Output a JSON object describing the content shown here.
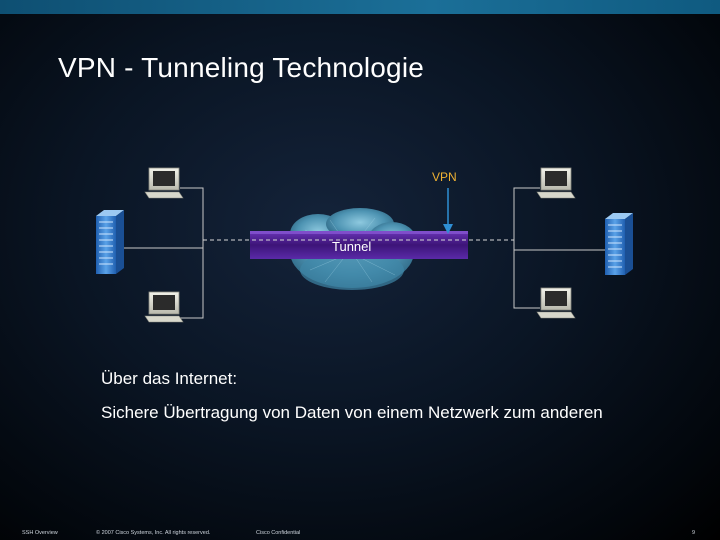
{
  "slide": {
    "title": "VPN - Tunneling Technologie"
  },
  "diagram": {
    "vpn_label": "VPN",
    "tunnel_label": "Tunnel",
    "colors": {
      "vpn_label": "#f0b233",
      "arrow": "#2f8fd4",
      "tunnel": "#4b1f8c",
      "cloud": "#5fa4bf"
    }
  },
  "body": {
    "line1": "Über das Internet:",
    "line2": "Sichere Übertragung von Daten von einem Netzwerk zum anderen"
  },
  "footer": {
    "left": "SSH Overview",
    "copyright": "© 2007 Cisco Systems, Inc. All rights reserved.",
    "confidential": "Cisco Confidential",
    "page": "9"
  }
}
